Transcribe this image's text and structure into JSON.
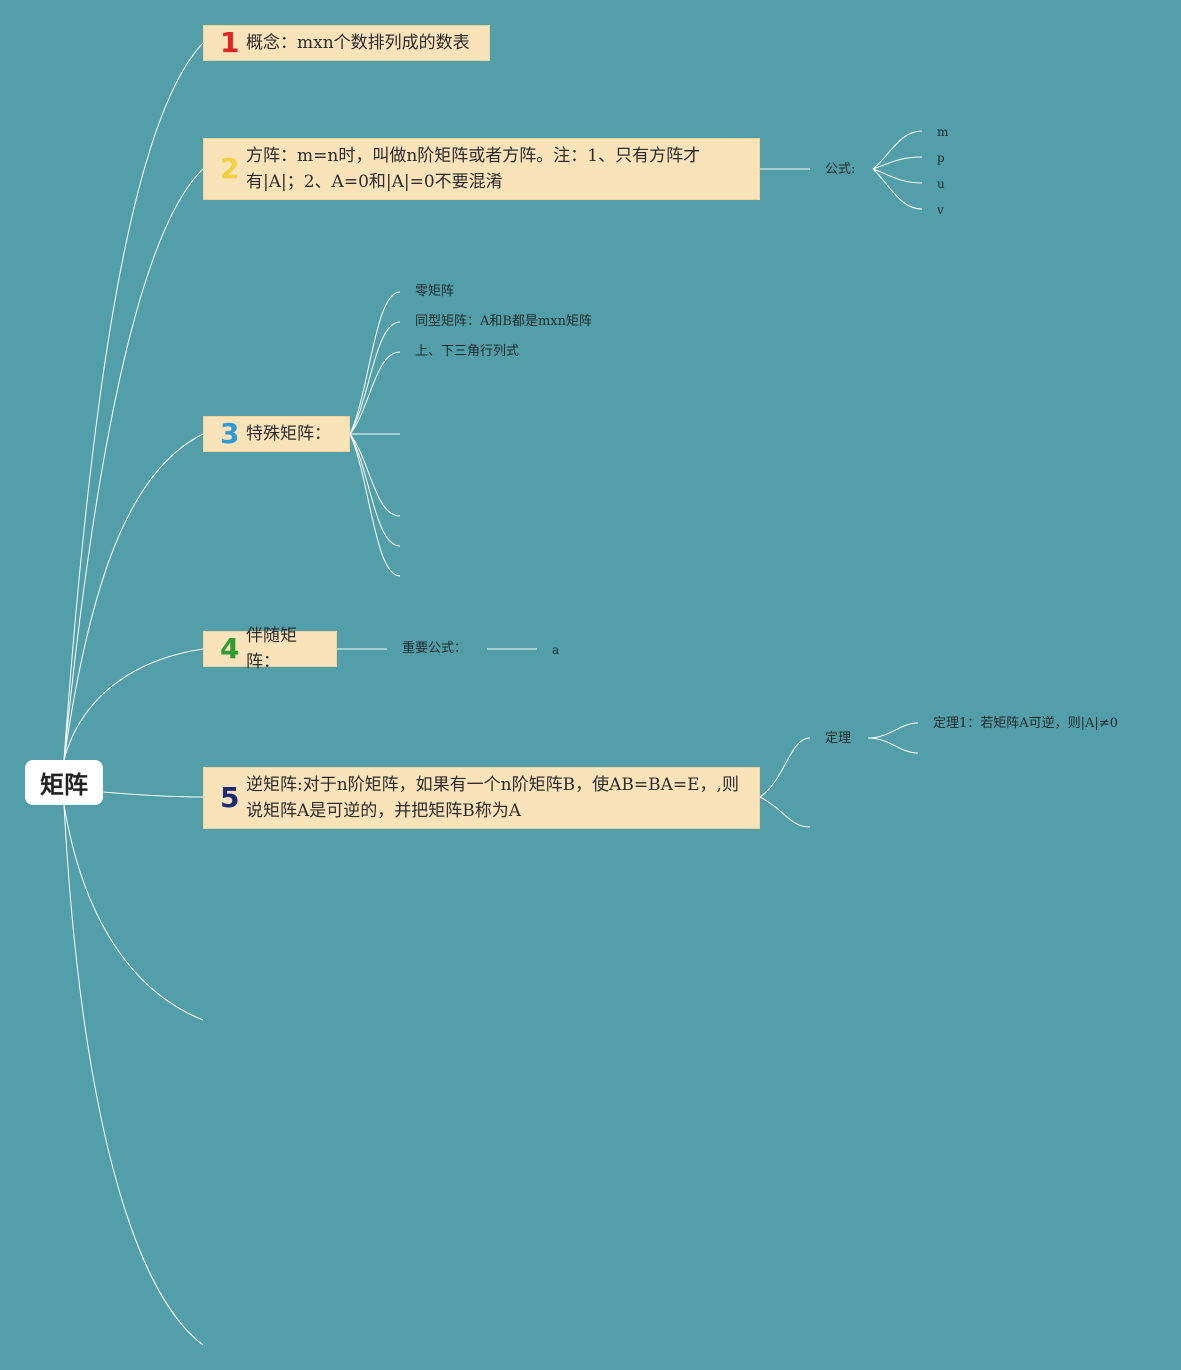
{
  "root": {
    "label": "矩阵"
  },
  "topics": [
    {
      "num": "1",
      "num_color": "#e02424",
      "text": "概念：mxn个数排列成的数表"
    },
    {
      "num": "2",
      "num_color": "#f2d042",
      "text": "方阵：m=n时，叫做n阶矩阵或者方阵。注：1、只有方阵才有|A|；2、A=0和|A|=0不要混淆"
    },
    {
      "num": "3",
      "num_color": "#2e9bd8",
      "text": "特殊矩阵："
    },
    {
      "num": "4",
      "num_color": "#2e9b35",
      "text": "伴随矩阵："
    },
    {
      "num": "5",
      "num_color": "#1f2a78",
      "text": "逆矩阵:对于n阶矩阵，如果有一个n阶矩阵B，使AB=BA=E，,则说矩阵A是可逆的，并把矩阵B称为A"
    }
  ],
  "square": {
    "formula_label": "公式:",
    "formula_items": [
      "m",
      "p",
      "u",
      "v"
    ]
  },
  "special": {
    "items": [
      "零矩阵",
      "同型矩阵：A和B都是mxn矩阵",
      "上、下三角行列式"
    ]
  },
  "adjoint": {
    "formula_label": "重要公式：",
    "formula_item": "a"
  },
  "inverse": {
    "theorem_label": "定理",
    "theorem_items": [
      "定理1：若矩阵A可逆，则|A|≠0"
    ]
  },
  "colors": {
    "background": "#529ea9",
    "topic_fill": "#fbe3b9",
    "lines": "#ffffff"
  }
}
